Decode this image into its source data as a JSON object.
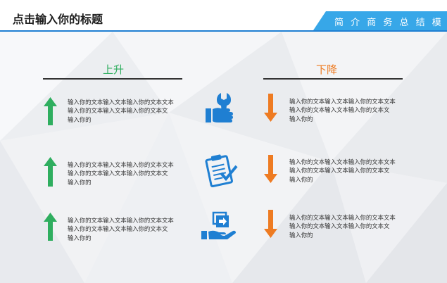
{
  "header": {
    "title": "点击输入你的标题",
    "tag": "简 介 商 务 总 结 模 板"
  },
  "colors": {
    "accent_blue": "#1f7fd2",
    "tag_blue": "#37a7e8",
    "up_green": "#2fae5f",
    "down_orange": "#ee7b22"
  },
  "columns": {
    "up_label": "上升",
    "down_label": "下降"
  },
  "rows": [
    {
      "icon": "wrench-hand-icon",
      "left_lines": [
        "输入你的文本输入文本输入你的文本文本",
        "输入你的文本输入文本输入你的文本文",
        "输入你的"
      ],
      "right_lines": [
        "输入你的文本输入文本输入你的文本文本",
        "输入你的文本输入文本输入你的文本文",
        "输入你的"
      ]
    },
    {
      "icon": "checklist-icon",
      "left_lines": [
        "输入你的文本输入文本输入你的文本文本",
        "输入你的文本输入文本输入你的文本文",
        "输入你的"
      ],
      "right_lines": [
        "输入你的文本输入文本输入你的文本文本",
        "输入你的文本输入文本输入你的文本文",
        "输入你的"
      ]
    },
    {
      "icon": "hand-document-icon",
      "left_lines": [
        "输入你的文本输入文本输入你的文本文本",
        "输入你的文本输入文本输入你的文本文",
        "输入你的"
      ],
      "right_lines": [
        "输入你的文本输入文本输入你的文本文本",
        "输入你的文本输入文本输入你的文本文",
        "输入你的"
      ]
    }
  ]
}
